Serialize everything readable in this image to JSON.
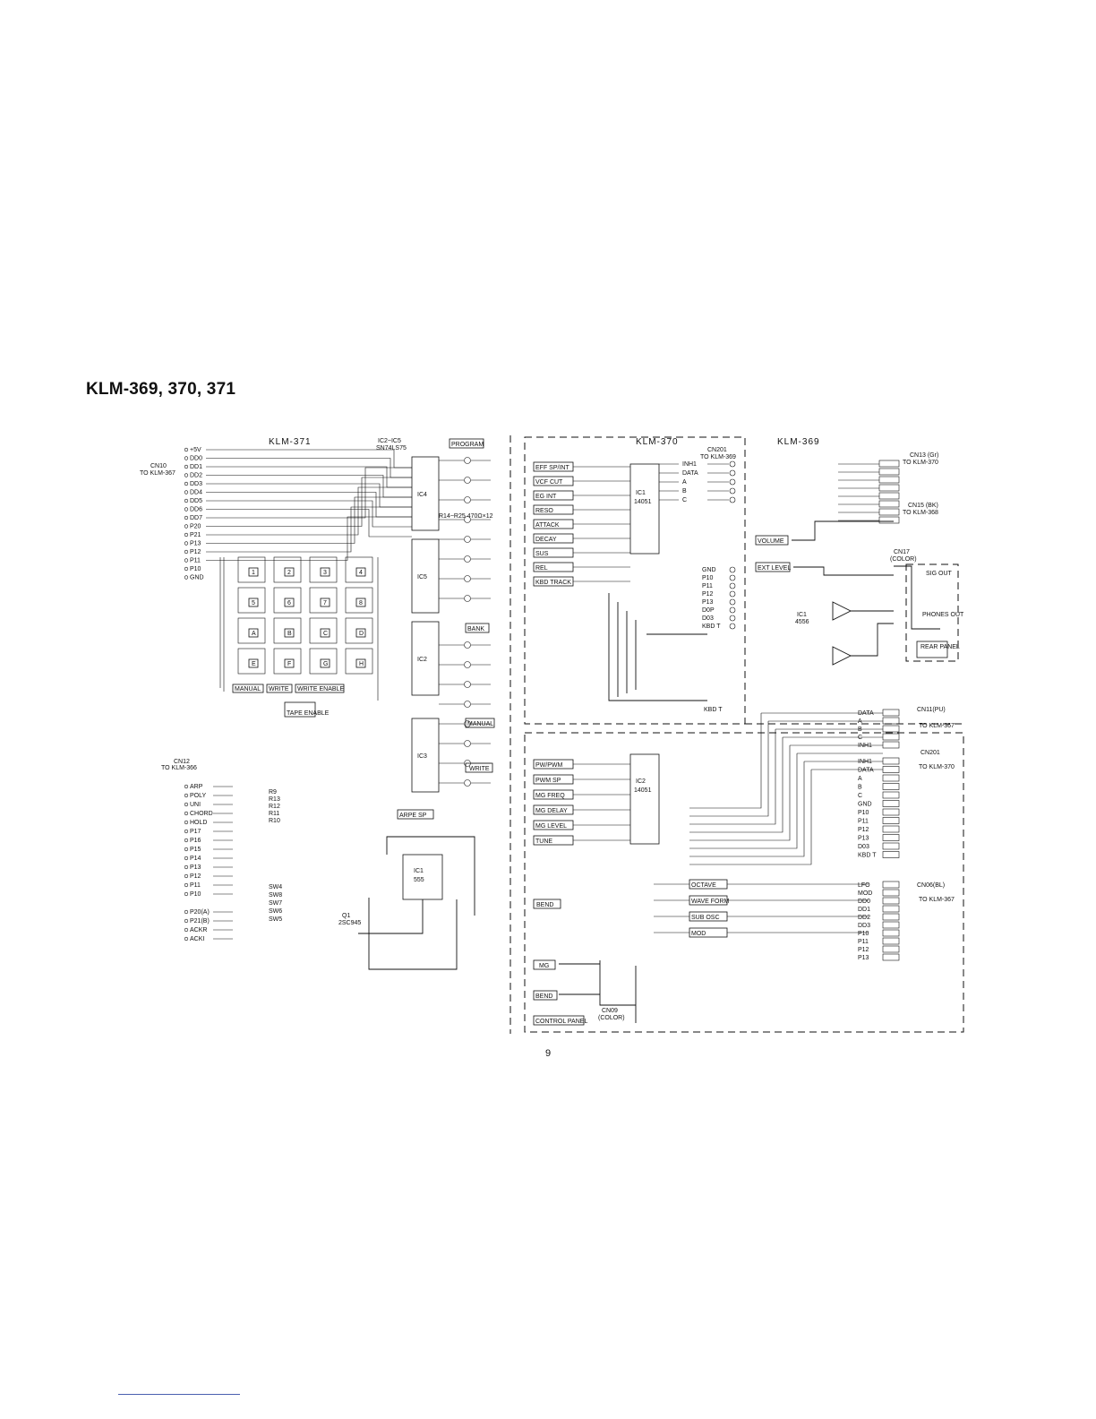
{
  "document": {
    "title": "KLM-369, 370, 371",
    "page_number": "9"
  },
  "sections": {
    "klm371": "KLM-371",
    "klm370": "KLM-370",
    "klm369": "KLM-369"
  },
  "klm371": {
    "ic_label": "IC2~IC5",
    "ic_part": "SN74LS75",
    "connector_top": "CN10",
    "connector_top_to": "TO KLM-367",
    "connector_bottom": "CN12",
    "connector_bottom_to": "TO KLM-366",
    "cn10_pins": [
      "+5V",
      "DD0",
      "DD1",
      "DD2",
      "DD3",
      "DD4",
      "DD5",
      "DD6",
      "DD7",
      "P20",
      "P21",
      "P13",
      "P12",
      "P11",
      "P10",
      "GND"
    ],
    "cn12_pins": [
      "ARP",
      "POLY",
      "UNI",
      "CHORD",
      "HOLD",
      "P17",
      "P16",
      "P15",
      "P14",
      "P13",
      "P12",
      "P11",
      "P10",
      "P20(A)",
      "P21(B)",
      "ACKR",
      "ACKI"
    ],
    "keys": [
      "1",
      "2",
      "3",
      "4",
      "5",
      "6",
      "7",
      "8",
      "A",
      "B",
      "C",
      "D",
      "E",
      "F",
      "G",
      "H"
    ],
    "mode_labels": [
      "MANUAL",
      "WRITE",
      "WRITE ENABLE"
    ],
    "leds": [
      "PROGRAM",
      "BANK",
      "MANUAL",
      "WRITE"
    ],
    "ic_names": [
      "IC4",
      "IC5",
      "IC2",
      "IC3"
    ],
    "resistor_note": "R14~R25 470Ω×12",
    "tape_enable": "TAPE ENABLE",
    "arpe_sp": "ARPE SP",
    "timer_ic": "IC1",
    "timer_part": "555",
    "transistor": "Q1",
    "transistor_part": "2SC945",
    "switches": [
      "SW4",
      "SW8",
      "SW7",
      "SW6",
      "SW5"
    ],
    "resistors": [
      "R9",
      "R13",
      "R12",
      "R11",
      "R10"
    ]
  },
  "klm370": {
    "connector_out": "CN201",
    "connector_out_to": "TO KLM-369",
    "mux_ic": "IC1",
    "mux_part": "14051",
    "mux_ic2": "IC2",
    "mux_part2": "14051",
    "sliders_top": [
      "EFF SP/INT",
      "VCF CUT",
      "EG INT",
      "RESO",
      "ATTACK",
      "DECAY",
      "SUS",
      "REL",
      "KBD TRACK"
    ],
    "sliders_bottom": [
      "PW/PWM",
      "PWM SP",
      "MG FREQ",
      "MG DELAY",
      "MG LEVEL",
      "TUNE"
    ],
    "bend_label": "BEND",
    "switches_right": [
      "OCTAVE",
      "WAVE FORM",
      "SUB OSC",
      "MOD"
    ],
    "panel_items": [
      "MG",
      "BEND"
    ],
    "control_panel": "CONTROL PANEL",
    "cn09": "CN09",
    "cn09_color": "(COLOR)",
    "kbd_t": "KBD T",
    "out_pins": [
      "INH1",
      "DATA",
      "A",
      "B",
      "C"
    ],
    "pinout_right": [
      "GND",
      "P10",
      "P11",
      "P12",
      "P13",
      "D0P",
      "D03",
      "KBD T"
    ]
  },
  "klm369": {
    "connector_cn13": "CN13 (Gr)",
    "connector_cn13_to": "TO KLM-370",
    "connector_cn15": "CN15 (BK)",
    "connector_cn15_to": "TO KLM-368",
    "volume": "VOLUME",
    "ext_level": "EXT LEVEL",
    "cn17": "CN17",
    "cn17_color": "(COLOR)",
    "sig_out": "SIG OUT",
    "phones_out": "PHONES OUT",
    "rear_panel": "REAR PANEL",
    "opamp_ic": "IC1",
    "opamp_part": "4556",
    "cn11": "CN11(PU)",
    "cn11_to": "TO KLM-367",
    "cn11_pins": [
      "DATA",
      "A",
      "B",
      "C",
      "INH1"
    ],
    "cn201": "CN201",
    "cn201_to": "TO KLM-370",
    "cn201_pins": [
      "INH1",
      "DATA",
      "A",
      "B",
      "C",
      "GND",
      "P10",
      "P11",
      "P12",
      "P13",
      "D03",
      "KBD T"
    ],
    "cn06": "CN06(BL)",
    "cn06_to": "TO KLM-367",
    "cn06_pins": [
      "LFO",
      "MOD",
      "DD0",
      "DD1",
      "DD2",
      "DD3",
      "P10",
      "P11",
      "P12",
      "P13"
    ]
  }
}
